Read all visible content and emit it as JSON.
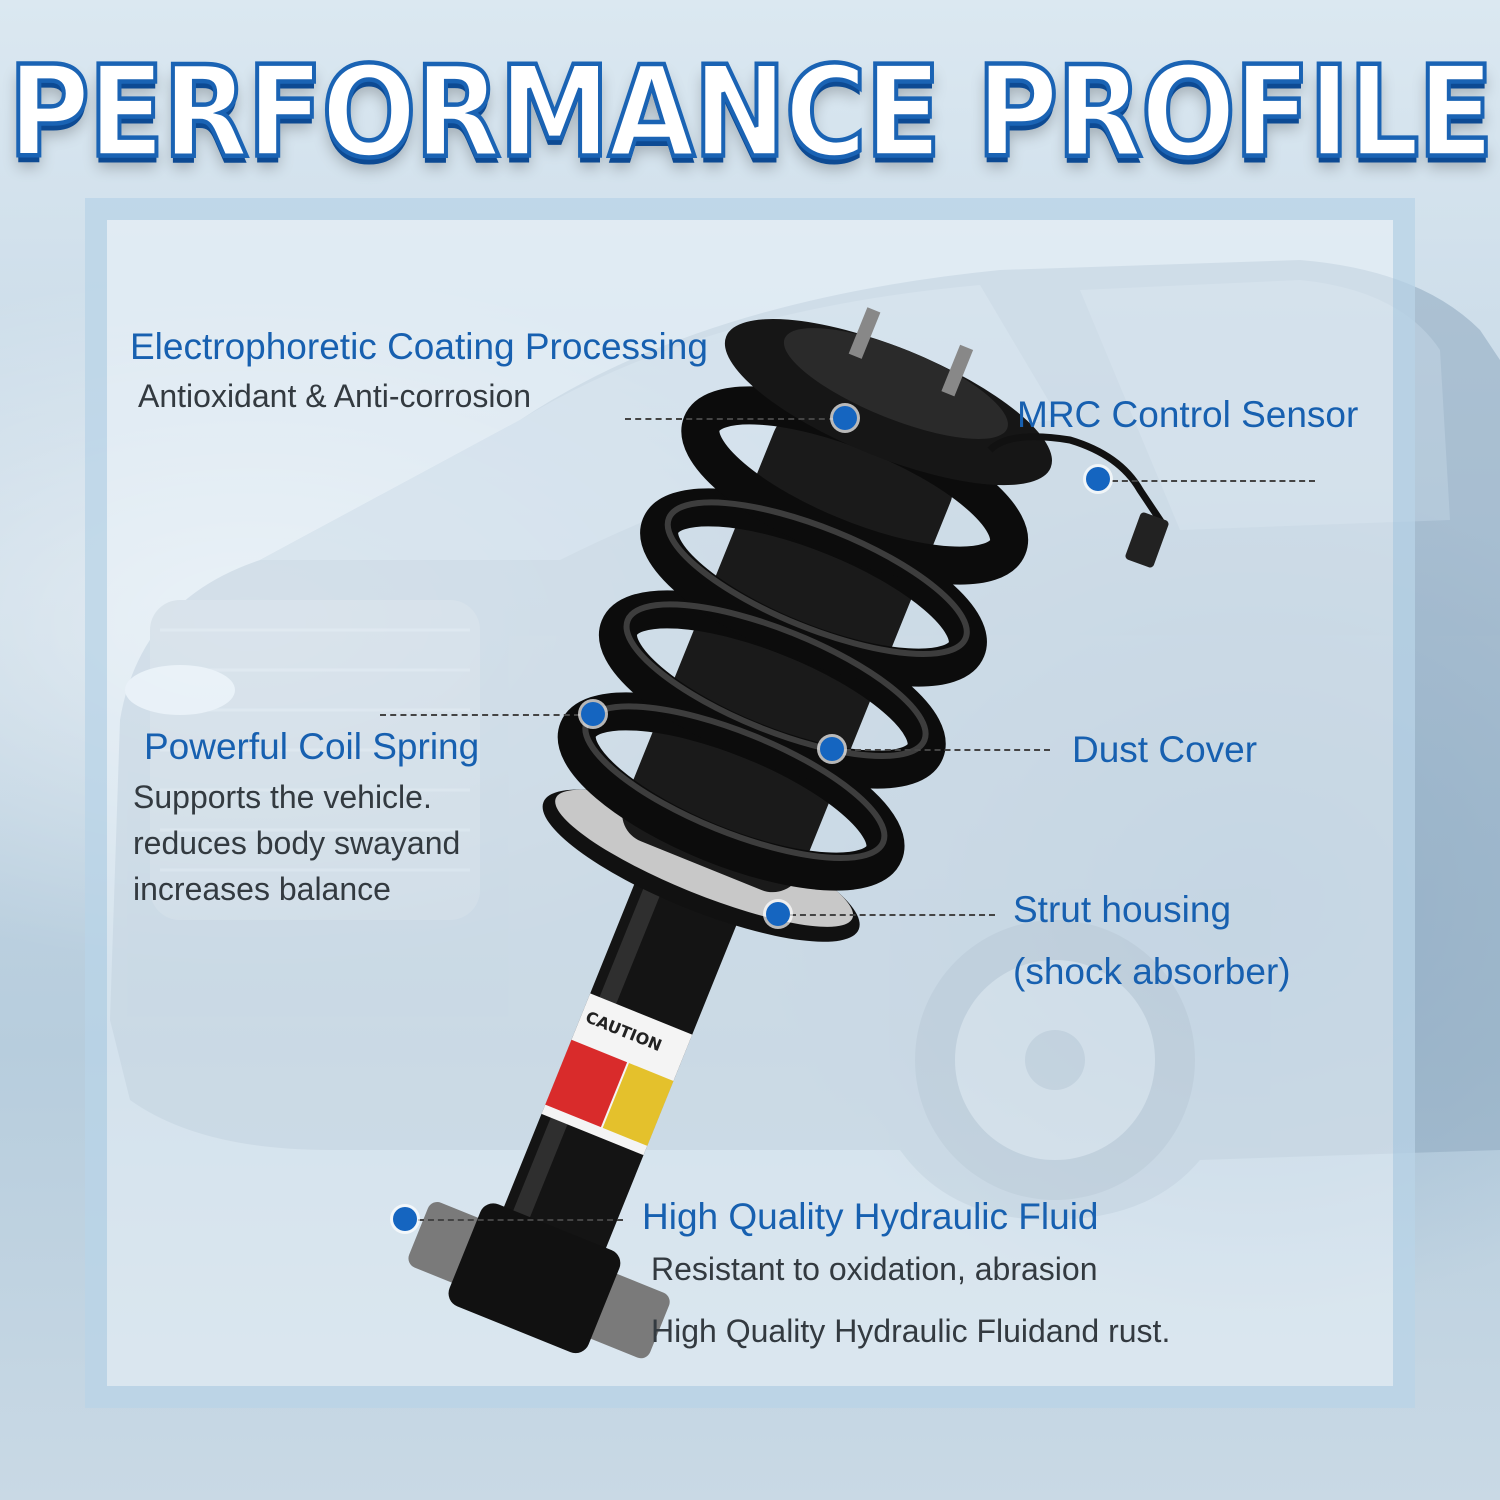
{
  "headline": "PERFORMANCE PROFILE",
  "features": {
    "coating": {
      "title": "Electrophoretic Coating Processing",
      "desc": "Antioxidant & Anti-corrosion"
    },
    "sensor": {
      "title": "MRC Control Sensor"
    },
    "spring": {
      "title": "Powerful Coil Spring",
      "desc_lines": [
        "Supports the vehicle.",
        "reduces body swayand",
        "increases balance"
      ]
    },
    "dust": {
      "title": "Dust Cover"
    },
    "strut": {
      "title_lines": [
        "Strut housing",
        "(shock absorber)"
      ]
    },
    "fluid": {
      "title": "High Quality Hydraulic Fluid",
      "desc_lines": [
        "Resistant to oxidation, abrasion",
        "High Quality Hydraulic Fluidand rust."
      ]
    }
  },
  "decal": {
    "text": "CAUTION"
  },
  "colors": {
    "accent": "#1565c0",
    "headline_stroke": "#1a63b4",
    "label": "#1760b0",
    "desc": "#333a40"
  }
}
